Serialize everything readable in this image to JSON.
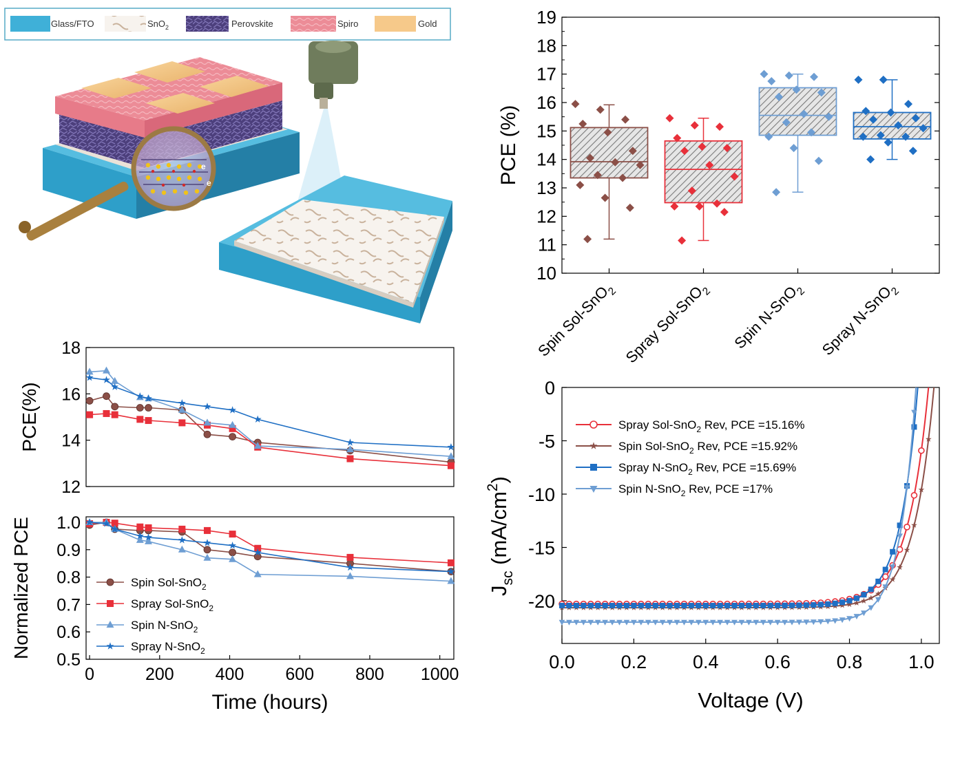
{
  "legend_bar": {
    "items": [
      {
        "label": "Glass/FTO",
        "color": "#3fb0d8"
      },
      {
        "label": "SnO",
        "sub": "2",
        "color": "#f3ede6"
      },
      {
        "label": "Perovskite",
        "color": "#554a86"
      },
      {
        "label": "Spiro",
        "color": "#ee8e98"
      },
      {
        "label": "Gold",
        "color": "#f6c98a"
      }
    ]
  },
  "illustration": {
    "electron_labels": [
      "e",
      "e"
    ]
  },
  "colors": {
    "spin_sol": "#8b4f47",
    "spray_sol": "#e8303a",
    "spin_n": "#6e9ed3",
    "spray_n": "#1f6fc4",
    "hatch": "#9a9a9a"
  },
  "chart_data": [
    {
      "id": "box",
      "type": "box",
      "ylabel": "PCE (%)",
      "ylim": [
        10,
        19
      ],
      "yticks": [
        10,
        11,
        12,
        13,
        14,
        15,
        16,
        17,
        18,
        19
      ],
      "categories": [
        {
          "name": "Spin Sol-SnO",
          "sub": "2"
        },
        {
          "name": "Spray Sol-SnO",
          "sub": "2"
        },
        {
          "name": "Spin N-SnO",
          "sub": "2"
        },
        {
          "name": "Spray N-SnO",
          "sub": "2"
        }
      ],
      "boxes": [
        {
          "q1": 13.35,
          "median": 13.92,
          "q3": 15.12,
          "min": 11.2,
          "max": 15.92,
          "color": "spin_sol",
          "points": [
            15.95,
            15.75,
            15.4,
            15.25,
            14.95,
            14.3,
            14.05,
            13.9,
            13.8,
            13.45,
            13.35,
            13.1,
            12.65,
            12.3,
            11.2
          ]
        },
        {
          "q1": 12.48,
          "median": 13.65,
          "q3": 14.65,
          "min": 11.15,
          "max": 15.45,
          "color": "spray_sol",
          "points": [
            15.45,
            15.2,
            15.15,
            14.75,
            14.45,
            14.4,
            14.3,
            13.8,
            13.4,
            12.9,
            12.45,
            12.35,
            12.35,
            12.15,
            11.15
          ]
        },
        {
          "q1": 14.85,
          "median": 15.55,
          "q3": 16.52,
          "min": 12.85,
          "max": 17.0,
          "color": "spin_n",
          "points": [
            17.0,
            16.95,
            16.9,
            16.75,
            16.45,
            16.35,
            16.2,
            15.6,
            15.5,
            15.3,
            14.95,
            14.8,
            14.4,
            13.95,
            12.85
          ]
        },
        {
          "q1": 14.72,
          "median": 15.15,
          "q3": 15.65,
          "min": 14.0,
          "max": 16.8,
          "color": "spray_n",
          "points": [
            16.8,
            16.8,
            15.95,
            15.7,
            15.65,
            15.45,
            15.4,
            15.2,
            15.1,
            14.85,
            14.8,
            14.8,
            14.6,
            14.3,
            14.0
          ]
        }
      ]
    },
    {
      "id": "pce_time",
      "type": "line",
      "ylabel": "PCE(%)",
      "ylim": [
        12,
        18
      ],
      "yticks": [
        12,
        14,
        16,
        18
      ],
      "xlim": [
        -10,
        1040
      ],
      "series": [
        {
          "name": "Spin Sol-SnO2",
          "color": "spin_sol",
          "marker": "circle",
          "x": [
            0,
            48,
            72,
            144,
            168,
            264,
            336,
            408,
            480,
            744,
            1032
          ],
          "y": [
            15.7,
            15.9,
            15.45,
            15.4,
            15.4,
            15.3,
            14.25,
            14.15,
            13.9,
            13.55,
            13.05
          ]
        },
        {
          "name": "Spray Sol-SnO2",
          "color": "spray_sol",
          "marker": "square",
          "x": [
            0,
            48,
            72,
            144,
            168,
            264,
            336,
            408,
            480,
            744,
            1032
          ],
          "y": [
            15.1,
            15.15,
            15.1,
            14.9,
            14.85,
            14.75,
            14.65,
            14.5,
            13.7,
            13.2,
            12.9
          ]
        },
        {
          "name": "Spin N-SnO2",
          "color": "spin_n",
          "marker": "triangle",
          "x": [
            0,
            48,
            72,
            144,
            168,
            264,
            336,
            408,
            480,
            744,
            1032
          ],
          "y": [
            16.95,
            17.0,
            16.55,
            15.85,
            15.8,
            15.3,
            14.75,
            14.65,
            13.75,
            13.6,
            13.3
          ]
        },
        {
          "name": "Spray N-SnO2",
          "color": "spray_n",
          "marker": "star",
          "x": [
            0,
            48,
            72,
            144,
            168,
            264,
            336,
            408,
            480,
            744,
            1032
          ],
          "y": [
            16.7,
            16.6,
            16.3,
            15.9,
            15.8,
            15.6,
            15.45,
            15.3,
            14.9,
            13.9,
            13.7
          ]
        }
      ]
    },
    {
      "id": "norm_time",
      "type": "line",
      "ylabel": "Normalized PCE",
      "xlabel": "Time (hours)",
      "ylim": [
        0.5,
        1.02
      ],
      "yticks": [
        0.5,
        0.6,
        0.7,
        0.8,
        0.9,
        1.0
      ],
      "ytick_labels": [
        "0.5",
        "0.6",
        "0.7",
        "0.8",
        "0.9",
        "1.0"
      ],
      "xlim": [
        -10,
        1040
      ],
      "xticks": [
        0,
        200,
        400,
        600,
        800,
        1000
      ],
      "legend": "lower-left",
      "series": [
        {
          "name": "Spin Sol-SnO",
          "sub": "2",
          "color": "spin_sol",
          "marker": "circle",
          "x": [
            0,
            48,
            72,
            144,
            168,
            264,
            336,
            408,
            480,
            744,
            1032
          ],
          "y": [
            0.99,
            1.0,
            0.975,
            0.97,
            0.97,
            0.965,
            0.9,
            0.89,
            0.875,
            0.85,
            0.82
          ]
        },
        {
          "name": "Spray Sol-SnO",
          "sub": "2",
          "color": "spray_sol",
          "marker": "square",
          "x": [
            0,
            48,
            72,
            144,
            168,
            264,
            336,
            408,
            480,
            744,
            1032
          ],
          "y": [
            0.995,
            1.0,
            0.997,
            0.983,
            0.98,
            0.975,
            0.97,
            0.957,
            0.905,
            0.872,
            0.852
          ]
        },
        {
          "name": "Spin N-SnO",
          "sub": "2",
          "color": "spin_n",
          "marker": "triangle",
          "x": [
            0,
            48,
            72,
            144,
            168,
            264,
            336,
            408,
            480,
            744,
            1032
          ],
          "y": [
            1.0,
            1.0,
            0.975,
            0.935,
            0.93,
            0.9,
            0.87,
            0.865,
            0.81,
            0.803,
            0.785
          ]
        },
        {
          "name": "Spray N-SnO",
          "sub": "2",
          "color": "spray_n",
          "marker": "star",
          "x": [
            0,
            48,
            72,
            144,
            168,
            264,
            336,
            408,
            480,
            744,
            1032
          ],
          "y": [
            1.0,
            0.995,
            0.975,
            0.95,
            0.945,
            0.935,
            0.925,
            0.915,
            0.89,
            0.835,
            0.82
          ]
        }
      ]
    },
    {
      "id": "jv",
      "type": "line",
      "xlabel": "Voltage (V)",
      "ylabel": "J",
      "ylabel_sub": "sc",
      "ylabel_units": "(mA/cm",
      "ylabel_sup": "2",
      "ylabel_close": ")",
      "xlim": [
        0,
        1.05
      ],
      "ylim": [
        -24,
        0
      ],
      "xticks": [
        0,
        0.2,
        0.4,
        0.6,
        0.8,
        1.0
      ],
      "xtick_labels": [
        "0.0",
        "0.2",
        "0.4",
        "0.6",
        "0.8",
        "1.0"
      ],
      "yticks": [
        0,
        -5,
        -10,
        -15,
        -20
      ],
      "ytick_labels": [
        "0",
        "-5",
        "-10",
        "-15",
        "-20"
      ],
      "legend": "top-left",
      "series": [
        {
          "name_pre": "Spray Sol-SnO",
          "sub": "2",
          "name_post": " Rev, PCE =15.16%",
          "color": "spray_sol",
          "marker": "circle-open",
          "jsc": 20.3,
          "voc": 1.02,
          "n": 0.058
        },
        {
          "name_pre": "Spin Sol-SnO",
          "sub": "2",
          "name_post": " Rev, PCE =15.92%",
          "color": "spin_sol",
          "marker": "star",
          "jsc": 20.65,
          "voc": 1.035,
          "n": 0.056
        },
        {
          "name_pre": "Spray N-SnO",
          "sub": "2",
          "name_post": " Rev, PCE =15.69%",
          "color": "spray_n",
          "marker": "square",
          "jsc": 20.45,
          "voc": 0.99,
          "n": 0.05
        },
        {
          "name_pre": "Spin N-SnO",
          "sub": "2",
          "name_post": " Rev, PCE =17%",
          "color": "spin_n",
          "marker": "triangle-down",
          "jsc": 22.0,
          "voc": 0.985,
          "n": 0.045
        }
      ]
    }
  ]
}
